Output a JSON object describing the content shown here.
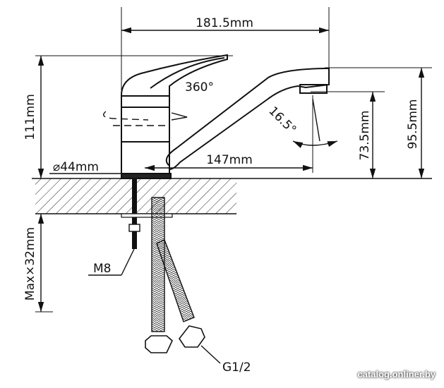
{
  "dimensions": {
    "width_total": "181.5mm",
    "height_body": "111mm",
    "rotation": "360°",
    "spout_angle": "16.5°",
    "spout_reach": "147mm",
    "spout_height": "73.5mm",
    "total_height": "95.5mm",
    "base_diameter": "⌀44mm",
    "max_countertop": "Max×32mm",
    "stud_thread": "M8",
    "hose_thread": "G1/2"
  },
  "watermark": "catalog.onliner.by"
}
